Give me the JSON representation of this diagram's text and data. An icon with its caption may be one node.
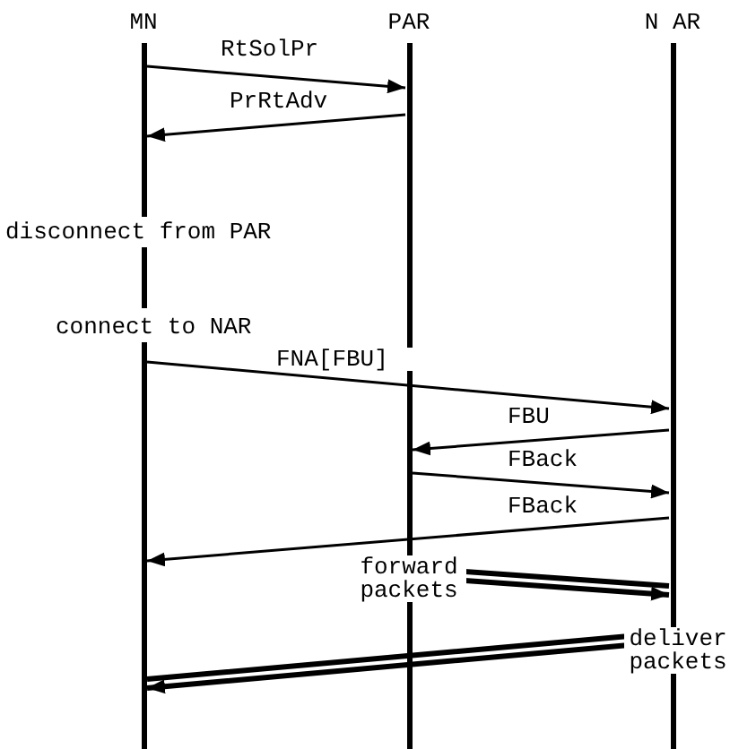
{
  "diagram": {
    "nodes": [
      {
        "text": [
          "MN"
        ]
      },
      {
        "text": [
          "PAR"
        ]
      },
      {
        "text": [
          "N AR"
        ]
      }
    ],
    "edges": [
      {
        "from": 0,
        "to": 1,
        "arrow": "to",
        "label": "RtSolPr"
      },
      {
        "from": 1,
        "to": 0,
        "arrow": "to",
        "label": "PrRtAdv"
      },
      {
        "from": 0,
        "to": 2,
        "arrow": "to",
        "label": "FNA[FBU]"
      },
      {
        "from": 2,
        "to": 1,
        "arrow": "to",
        "label": "FBU"
      },
      {
        "from": 1,
        "to": 2,
        "arrow": "to",
        "label": "FBack"
      },
      {
        "from": 2,
        "to": 0,
        "arrow": "to",
        "label": "FBack"
      },
      {
        "from": 1,
        "to": 2,
        "arrow": "to",
        "label": "forward packets",
        "style": "thick"
      },
      {
        "from": 2,
        "to": 0,
        "arrow": "to",
        "label": "deliver packets",
        "style": "thick"
      }
    ],
    "labels": [
      "disconnect from PAR",
      "connect to NAR"
    ]
  }
}
